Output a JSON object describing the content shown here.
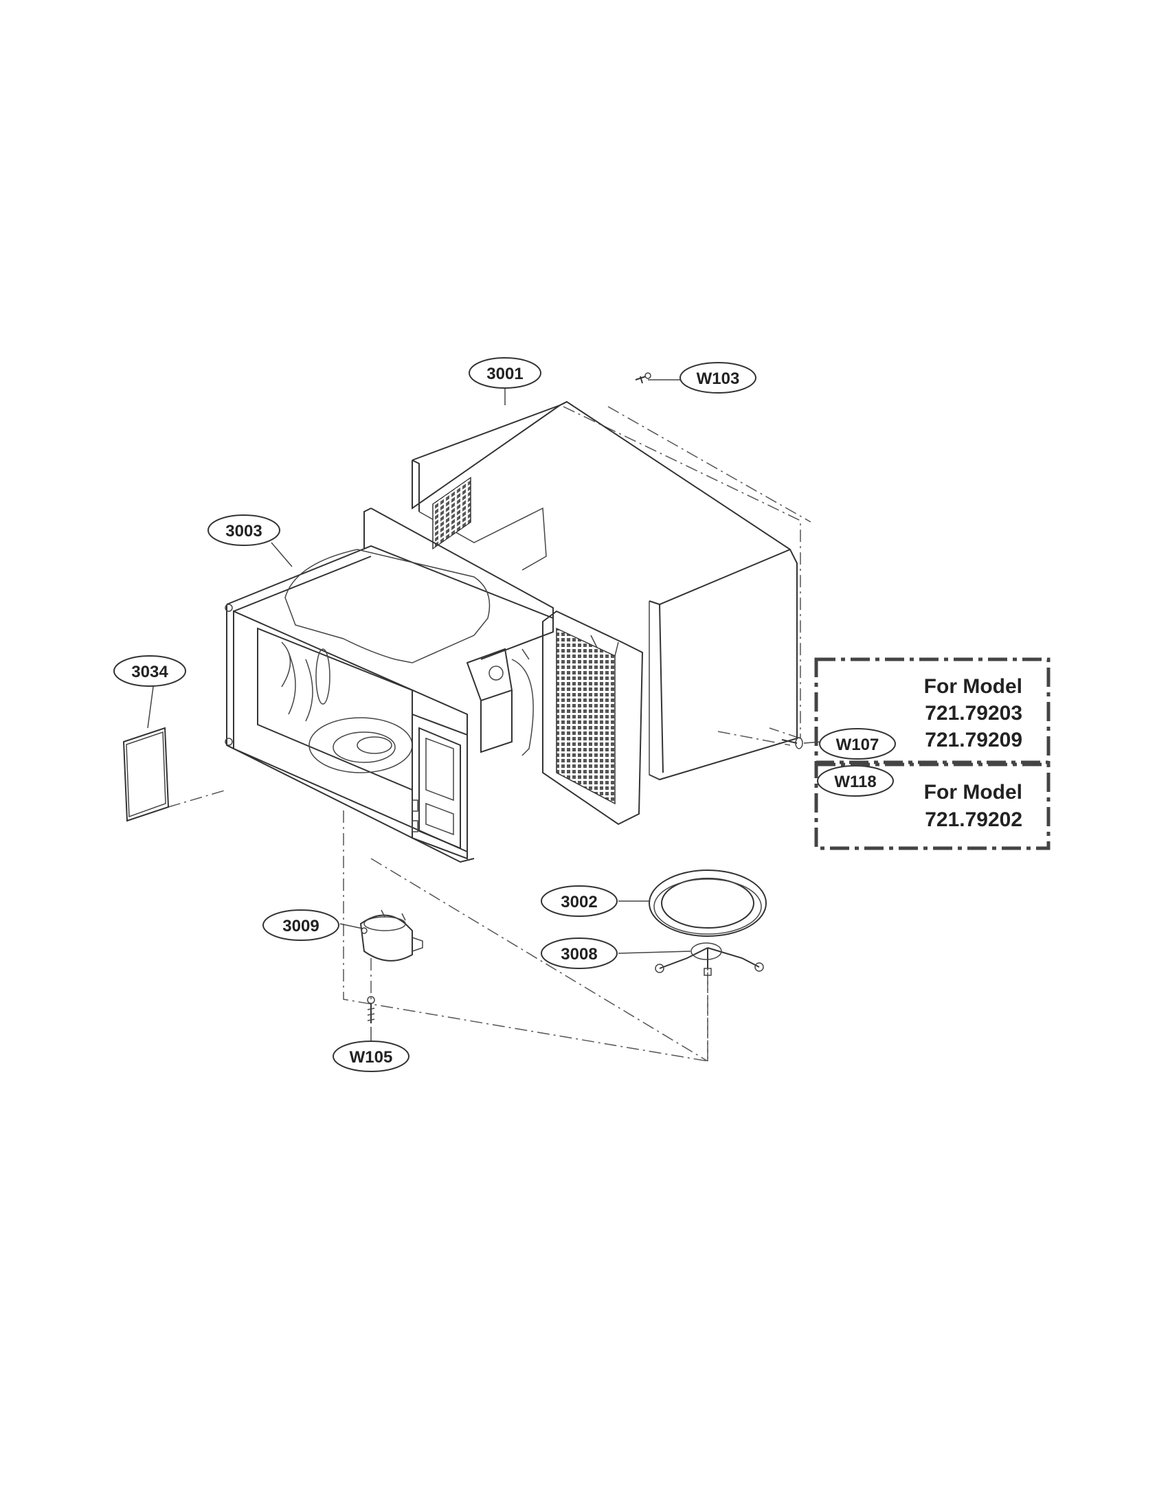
{
  "parts": {
    "p3001": "3001",
    "pW103": "W103",
    "p3003": "3003",
    "p3034": "3034",
    "pW107": "W107",
    "pW118": "W118",
    "p3002": "3002",
    "p3009": "3009",
    "p3008": "3008",
    "pW105": "W105"
  },
  "notes": {
    "box1": {
      "line1": "For Model",
      "line2": "721.79203",
      "line3": "721.79209"
    },
    "box2": {
      "line1": "For Model",
      "line2": "721.79202"
    }
  }
}
